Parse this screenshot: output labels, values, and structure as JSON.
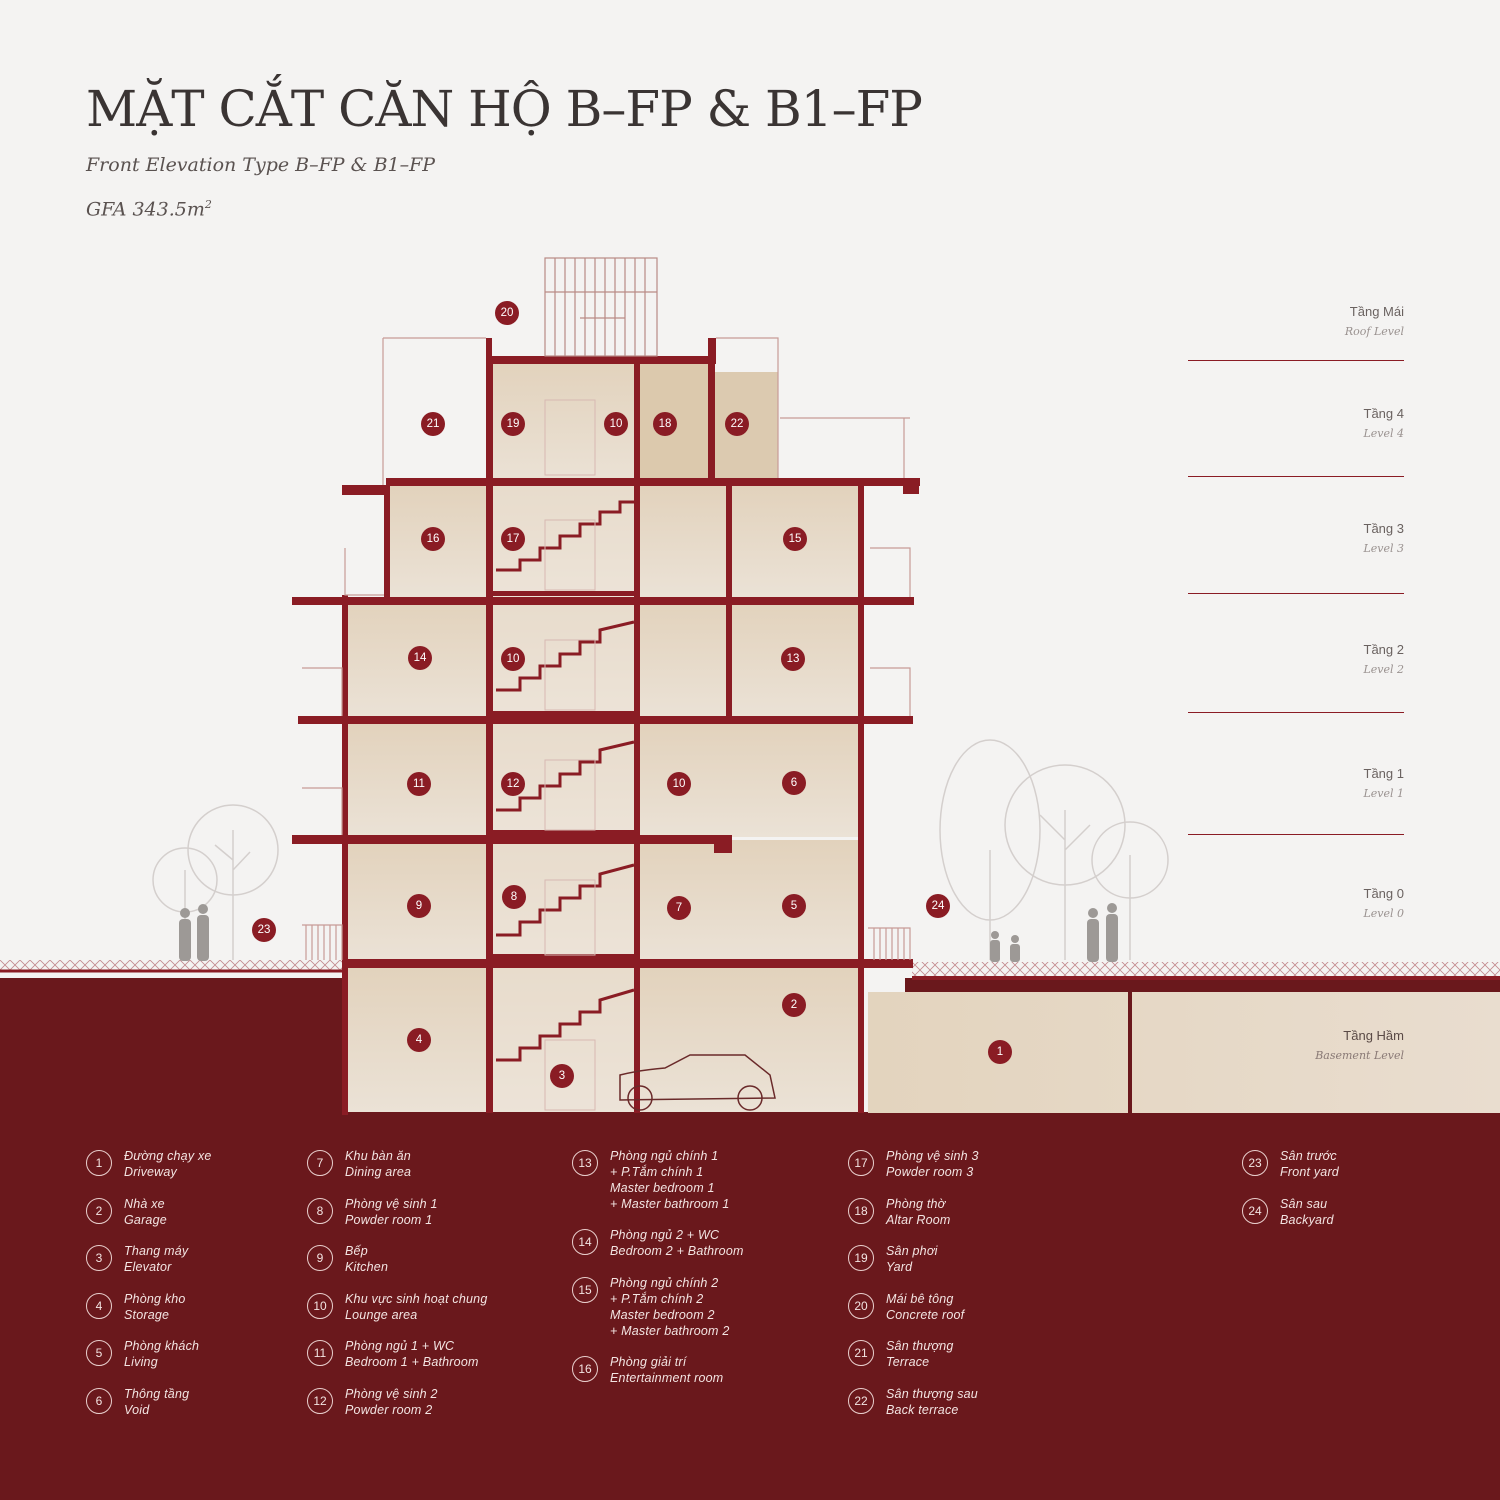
{
  "title": "MẶT CẮT CĂN HỘ B–FP & B1–FP",
  "subtitle": "Front Elevation Type B–FP & B1–FP",
  "gfa": "GFA 343.5m",
  "gfa_sup": "2",
  "colors": {
    "accent": "#8a1c24",
    "ground": "#6a181c",
    "fill": "#e5d6c1",
    "background": "#f4f3f2"
  },
  "levels": [
    {
      "vi": "Tầng Mái",
      "en": "Roof Level"
    },
    {
      "vi": "Tầng 4",
      "en": "Level 4"
    },
    {
      "vi": "Tầng 3",
      "en": "Level 3"
    },
    {
      "vi": "Tầng 2",
      "en": "Level 2"
    },
    {
      "vi": "Tầng 1",
      "en": "Level 1"
    },
    {
      "vi": "Tầng 0",
      "en": "Level 0"
    }
  ],
  "basement_level": {
    "vi": "Tầng Hầm",
    "en": "Basement Level"
  },
  "markers": [
    "20",
    "21",
    "19",
    "10",
    "18",
    "22",
    "16",
    "17",
    "15",
    "14",
    "10",
    "13",
    "11",
    "12",
    "10",
    "6",
    "9",
    "8",
    "7",
    "5",
    "23",
    "24",
    "4",
    "3",
    "2",
    "1"
  ],
  "legend": [
    {
      "num": "1",
      "vi": "Đường chạy xe",
      "en": "Driveway"
    },
    {
      "num": "2",
      "vi": "Nhà xe",
      "en": "Garage"
    },
    {
      "num": "3",
      "vi": "Thang máy",
      "en": "Elevator"
    },
    {
      "num": "4",
      "vi": "Phòng kho",
      "en": "Storage"
    },
    {
      "num": "5",
      "vi": "Phòng khách",
      "en": "Living"
    },
    {
      "num": "6",
      "vi": "Thông tầng",
      "en": "Void"
    },
    {
      "num": "7",
      "vi": "Khu bàn ăn",
      "en": "Dining area"
    },
    {
      "num": "8",
      "vi": "Phòng vệ sinh 1",
      "en": "Powder room 1"
    },
    {
      "num": "9",
      "vi": "Bếp",
      "en": "Kitchen"
    },
    {
      "num": "10",
      "vi": "Khu vực sinh hoạt chung",
      "en": "Lounge area"
    },
    {
      "num": "11",
      "vi": "Phòng ngủ 1 + WC",
      "en": "Bedroom 1 + Bathroom"
    },
    {
      "num": "12",
      "vi": "Phòng vệ sinh 2",
      "en": "Powder room 2"
    },
    {
      "num": "13",
      "vi": "Phòng ngủ chính 1",
      "vi2": "+ P.Tắm chính 1",
      "en": "Master bedroom 1",
      "en2": "+ Master bathroom 1"
    },
    {
      "num": "14",
      "vi": "Phòng ngủ 2 + WC",
      "en": "Bedroom 2 + Bathroom"
    },
    {
      "num": "15",
      "vi": "Phòng ngủ chính 2",
      "vi2": "+ P.Tắm chính 2",
      "en": "Master bedroom 2",
      "en2": "+ Master bathroom 2"
    },
    {
      "num": "16",
      "vi": "Phòng giải trí",
      "en": "Entertainment room"
    },
    {
      "num": "17",
      "vi": "Phòng vệ sinh 3",
      "en": "Powder room 3"
    },
    {
      "num": "18",
      "vi": "Phòng thờ",
      "en": "Altar Room"
    },
    {
      "num": "19",
      "vi": "Sân phơi",
      "en": "Yard"
    },
    {
      "num": "20",
      "vi": "Mái bê tông",
      "en": "Concrete roof"
    },
    {
      "num": "21",
      "vi": "Sân thượng",
      "en": "Terrace"
    },
    {
      "num": "22",
      "vi": "Sân thượng sau",
      "en": "Back terrace"
    },
    {
      "num": "23",
      "vi": "Sân trước",
      "en": "Front yard"
    },
    {
      "num": "24",
      "vi": "Sân sau",
      "en": "Backyard"
    }
  ]
}
